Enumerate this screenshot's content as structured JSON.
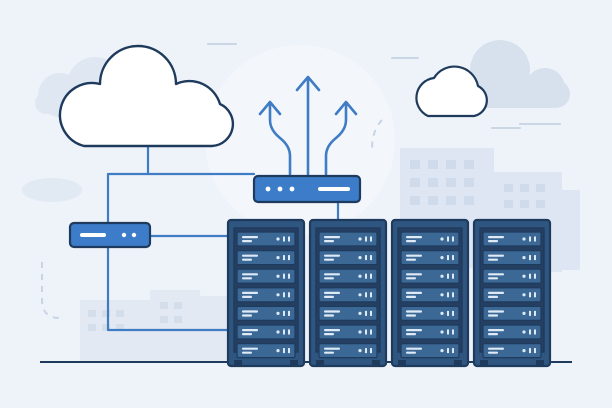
{
  "illustration": {
    "colors": {
      "background": "#eef3fa",
      "outline": "#1e3a5c",
      "cloud_fill": "#ffffff",
      "connector": "#3f7cc4",
      "device_fill": "#3d7cc9",
      "device_light": "#ffffff",
      "rack_body": "#2f5680",
      "rack_panel": "#243f61",
      "rack_slot": "#3c6896",
      "rack_slot_light": "#dfeaf7",
      "building_shade": "#dde6f2",
      "cloud_shade": "#d7e1ee"
    },
    "server_racks": {
      "count": 4,
      "units_per_rack": 7
    },
    "upload_arrows": {
      "count": 3
    },
    "icons": [
      "cloud-icon",
      "router-icon",
      "upload-arrow-icon",
      "server-rack-icon"
    ]
  }
}
